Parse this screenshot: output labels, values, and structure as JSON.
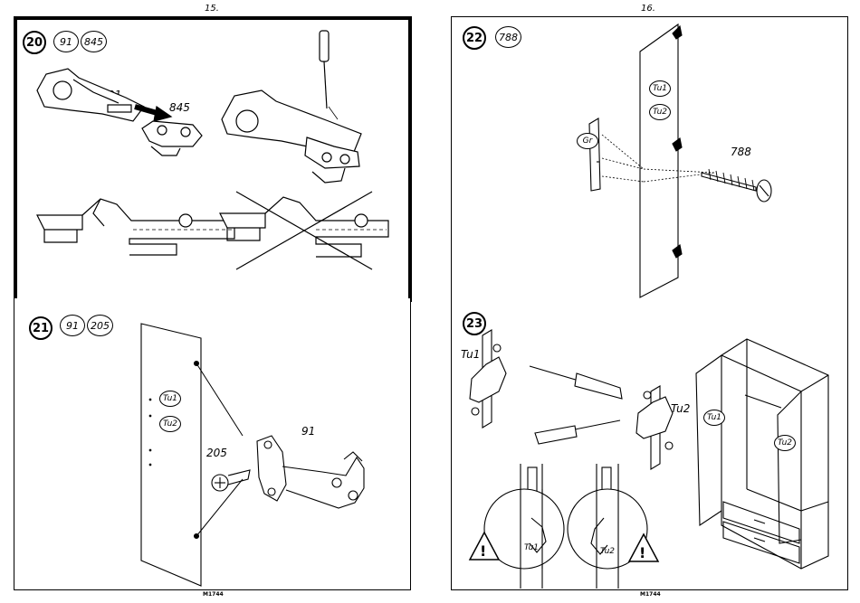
{
  "pages": {
    "left_number": "15.",
    "right_number": "16.",
    "left_footer": "M1744",
    "right_footer": "M1744"
  },
  "step20": {
    "step": "20",
    "parts": [
      "91",
      "845"
    ],
    "label_a": "91",
    "label_b": "845"
  },
  "step21": {
    "step": "21",
    "parts": [
      "91",
      "205"
    ],
    "label_a": "205",
    "label_b": "91",
    "door_tags": [
      "Tu1",
      "Tu2"
    ]
  },
  "step22": {
    "step": "22",
    "parts": [
      "788"
    ],
    "label_screw": "788",
    "tag_gr": "Gr",
    "door_tags": [
      "Tu1",
      "Tu2"
    ]
  },
  "step23": {
    "step": "23",
    "label_tu1": "Tu1",
    "label_tu2": "Tu2",
    "door_tags": [
      "Tu1",
      "Tu2"
    ],
    "detail_tags": [
      "Tu1",
      "Tu2"
    ]
  }
}
